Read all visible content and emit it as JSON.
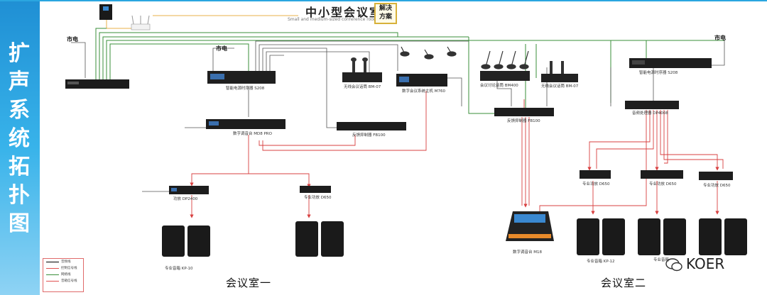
{
  "sidebar": {
    "title": "扩声系统拓扑图"
  },
  "header": {
    "title": "中小型会议室",
    "subtitle": "Small and medium-sized conference room",
    "badge_line1": "解决",
    "badge_line2": "方案"
  },
  "labels": {
    "mains_1": "市电",
    "mains_2": "市电",
    "mains_3": "市电",
    "power_seq_left": "智能电源时序器 S208",
    "wireless_mic_left": "无线会议话筒 BM-07",
    "conf_host": "数字会议系统主机 M760",
    "mixer_left": "数字调音台 MD8 PRO",
    "feedback_left": "反馈抑制器 FB100",
    "amp_a": "功放 DP2400",
    "amp_b": "专业功放 D650",
    "speaker_a": "专业音箱 KP-10",
    "desk_mics": "会议讨论话筒 BM400",
    "wireless_mic_right": "无线会议话筒 BM-07",
    "feedback_right": "反馈抑制器 FB100",
    "power_seq_right": "智能电源时序器 S208",
    "processor": "音频处理器 DP4008",
    "amp_c": "专业功放 D650",
    "amp_d": "专业功放 D650",
    "amp_e": "专业功放 D650",
    "digital_mixer": "数字调音台 M18",
    "speaker_c": "专业音箱 KP-12",
    "speaker_d": "专业音箱",
    "room_one": "会议室一",
    "room_two": "会议室二",
    "watermark": "KOER"
  },
  "legend": {
    "items": [
      {
        "label": "音频线",
        "color": "#000000"
      },
      {
        "label": "控制信号线",
        "color": "#e05050"
      },
      {
        "label": "网络线",
        "color": "#3a8f3a"
      },
      {
        "label": "音箱信号线",
        "color": "#e05050"
      }
    ]
  },
  "colors": {
    "sidebar": "#2aa6e0",
    "audio": "#444444",
    "control": "#d84040",
    "network": "#3a8f3a",
    "power": "#e8b04a"
  }
}
